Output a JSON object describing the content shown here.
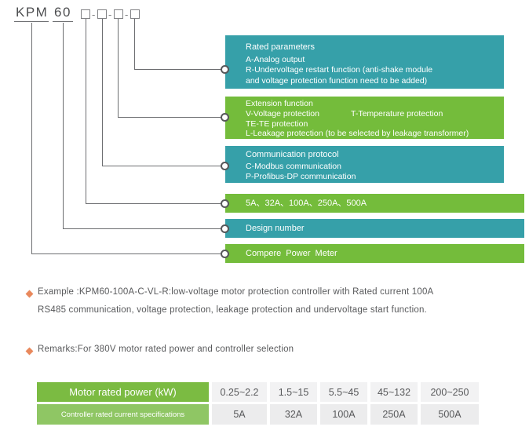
{
  "model_code": {
    "prefix": "KPM",
    "design_number": "60",
    "dash": "-"
  },
  "diagram": {
    "bars": [
      {
        "title": "Rated parameters",
        "lines": [
          "A-Analog output",
          "R-Undervoltage restart function (anti-shake module",
          "and voltage protection function need to be added)"
        ]
      },
      {
        "title": "Extension function",
        "line_v": "V-Voltage protection",
        "line_t": "T-Temperature protection",
        "line_te": "TE-TE protection",
        "line_l": "L-Leakage protection (to be selected by leakage transformer)"
      },
      {
        "title": "Communication protocol",
        "lines": [
          "C-Modbus communication",
          "P-Profibus-DP communication"
        ]
      },
      {
        "title": "5A、32A、100A、250A、500A"
      },
      {
        "title": "Design number"
      },
      {
        "title": "Compere Power Meter"
      }
    ]
  },
  "notes": {
    "example_line1": "Example :KPM60-100A-C-VL-R:low-voltage motor protection controller with Rated current 100A",
    "example_line2": "RS485 communication, voltage protection, leakage protection and undervoltage start function.",
    "remarks": "Remarks:For 380V motor rated power and controller selection"
  },
  "table": {
    "row1_header": "Motor rated power (kW)",
    "row2_header": "Controller rated current specifications",
    "power_values": [
      "0.25~2.2",
      "1.5~15",
      "5.5~45",
      "45~132",
      "200~250"
    ],
    "current_values": [
      "5A",
      "32A",
      "100A",
      "250A",
      "500A"
    ]
  },
  "colors": {
    "teal": "#36a0a9",
    "green": "#74bc3b",
    "green_light": "#8fc664",
    "cell_gray": "#ececed",
    "text_dark": "#58595b",
    "line_gray": "#6d6e71",
    "diamond_orange": "#e9895d"
  }
}
